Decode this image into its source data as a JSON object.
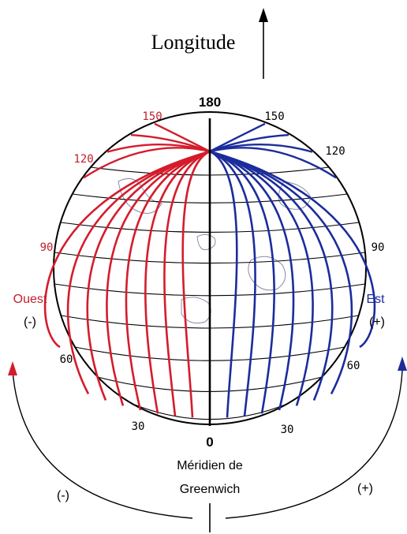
{
  "title": "Longitude",
  "colors": {
    "west": "#d41c2c",
    "east": "#1c2c9c",
    "grid": "#000000",
    "coast": "#8a8aa8"
  },
  "labels": {
    "top_180": "180",
    "bottom_0": "0",
    "west_150": "150",
    "east_150": "150",
    "west_120": "120",
    "east_120": "120",
    "west_90": "90",
    "east_90": "90",
    "west_60": "60",
    "east_60": "60",
    "west_30": "30",
    "east_30": "30",
    "ouest": "Ouest",
    "ouest_sign": "(-)",
    "est": "Est",
    "est_sign": "(+)",
    "meridian_line1": "Méridien de",
    "meridian_line2": "Greenwich",
    "minus_arc": "(-)",
    "plus_arc": "(+)"
  }
}
